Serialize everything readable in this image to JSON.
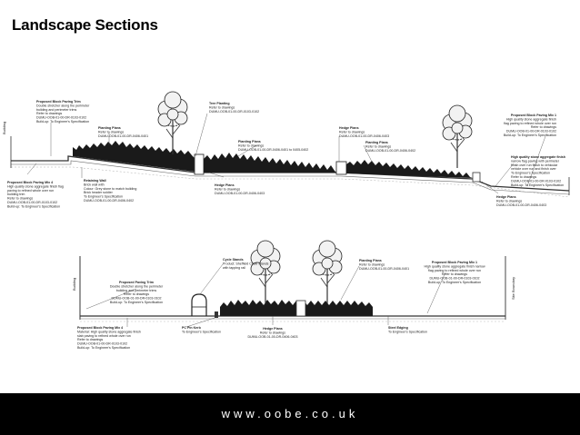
{
  "page": {
    "title": "Landscape Sections"
  },
  "footer": {
    "url": "www.oobe.co.uk"
  },
  "colors": {
    "background": "#ffffff",
    "footer_bg": "#000000",
    "footer_text": "#ffffff",
    "line": "#333333",
    "planting": "#1a1a1a"
  },
  "section1": {
    "building_label": "Building",
    "labels": {
      "paving_trim": [
        "Proposed Block Paving Trim",
        "Double stretcher along the perimeter",
        "building and perimeter trims",
        "Refer to drawings",
        "DUMU-OOB-01-00-DR-0103-0102",
        "Build-up: To Engineer's Specification"
      ],
      "tree_planting": [
        "Tree Planting",
        "Refer to drawings",
        "DUMU-OOB-01-00-DR-0103-0102"
      ],
      "planting_left": [
        "Planting Plans",
        "Refer to drawings",
        "DUMU-OOB-01-00-DR-0406-0401"
      ],
      "planting_mid": [
        "Planting Plans",
        "Refer to drawings",
        "DUMU-OOB-01-00-DR-0406-0401 to 0405-0402"
      ],
      "hedge_top": [
        "Hedge Plans",
        "Refer to drawings",
        "DUMU-OOB-01-00-DR-0406-0403"
      ],
      "planting_right": [
        "Planting Plans",
        "Refer to drawings",
        "DUMU-OOB-01-00-DR-0406-0402"
      ],
      "mix1": [
        "Proposed Block Paving Mix 1",
        "High quality stone aggregate finish",
        "flag paving to refined whole over run",
        "Refer to drawings",
        "DUMU-OOB-01-00-DR-0103-0102",
        "Build-up: To Engineer's Specification"
      ],
      "mix4": [
        "Proposed Block Paving Mix 4",
        "High quality stone aggregate finish flag",
        "paving to refined whole over run",
        "building trim",
        "Refer to drawings",
        "DUMU-OOB-01-00-DR-0103-0102",
        "Build-up: To Engineer's Specification"
      ],
      "retaining_wall": [
        "Retaining Wall",
        "Brick wall with",
        "Colour: Grey stone to match building",
        "Brick header soldier",
        "To Engineer's Specification",
        "DUMU-OOB-01-00-DR-0406-0402"
      ],
      "hedge_mid": [
        "Hedge Plans",
        "Refer to drawings",
        "DUMU-OOB-01-00-DR-0406-0403"
      ],
      "mix_right": [
        "High quality stone aggregate finish",
        "narrow flag paving with perimeter",
        "finish over run finish to vehicular",
        "vehicle over run and finish over",
        "To Engineer's Specification",
        "Refer to drawings",
        "DUMU-OOB-01-00-DR-0103-0102",
        "Build-up: To Engineer's Specification"
      ],
      "hedge_right": [
        "Hedge Plans",
        "Refer to drawings",
        "DUMU-OOB-01-00-DR-0406-0403"
      ]
    }
  },
  "section2": {
    "building_label": "Building",
    "site_boundary_label": "Site Boundary",
    "labels": {
      "paving_trim": [
        "Proposed Paving Trim",
        "Double stretcher along the perimeter",
        "building and perimeter trims",
        "Refer to drawings",
        "DUMU-OOB-01-00-DR-0103-0102",
        "Build-up: To Engineer's Specification"
      ],
      "cycle_stands": [
        "Cycle Stands",
        "Product: Sheffield Cycle Stands",
        "with tapping rail"
      ],
      "planting": [
        "Planting Plans",
        "Refer to drawings",
        "DUMU-OOB-01-00-DR-0406-0401"
      ],
      "mix1": [
        "Proposed Block Paving Mix 1",
        "High quality stone aggregate finish narrow",
        "flag paving to refined whole over run",
        "Refer to drawings",
        "DUMU-OOB-01-00-DR-0103-0102",
        "Build-up: To Engineer's Specification"
      ],
      "mix4": [
        "Proposed Block Paving Mix 4",
        "Material: High quality stone aggregate finish",
        "slab paving to refined whole over run",
        "Refer to drawings",
        "DUMU-OOB-01-00-DR-0103-0102",
        "Build-up: To Engineer's Specification"
      ],
      "pc_kerb": [
        "PC Pin Kerb",
        "To Engineer's Specification"
      ],
      "hedge": [
        "Hedge Plans",
        "Refer to drawings",
        "DUMU-OOB-01-00-DR-0406-0403"
      ],
      "steel_edging": [
        "Steel Edging",
        "To Engineer's Specification"
      ]
    }
  }
}
